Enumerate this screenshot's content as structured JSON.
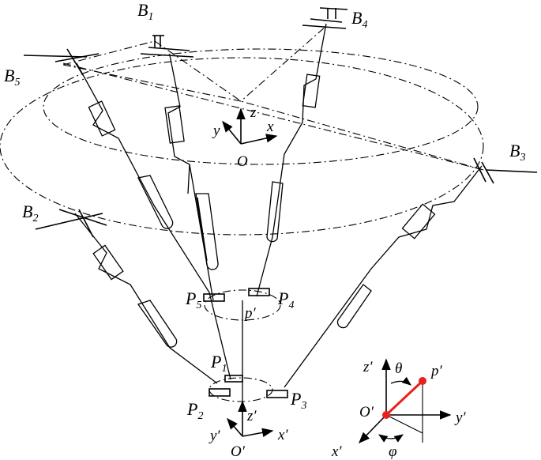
{
  "bases": [
    {
      "letter": "B",
      "sub": "1"
    },
    {
      "letter": "B",
      "sub": "2"
    },
    {
      "letter": "B",
      "sub": "3"
    },
    {
      "letter": "B",
      "sub": "4"
    },
    {
      "letter": "B",
      "sub": "5"
    }
  ],
  "platform_points": [
    {
      "letter": "P",
      "sub": "1"
    },
    {
      "letter": "P",
      "sub": "2"
    },
    {
      "letter": "P",
      "sub": "3"
    },
    {
      "letter": "P",
      "sub": "4"
    },
    {
      "letter": "P",
      "sub": "5"
    }
  ],
  "upper_frame": {
    "origin": "O",
    "x": "x",
    "y": "y",
    "z": "z"
  },
  "lower_frame": {
    "origin": "O′",
    "x": "x′",
    "y": "y′",
    "z": "z′"
  },
  "tool_point": "p′",
  "inset": {
    "origin": "O′",
    "x": "x′",
    "y": "y′",
    "z": "z′",
    "point": "p′",
    "theta": "θ",
    "phi": "φ",
    "colors": {
      "point": "#e8211b"
    }
  }
}
